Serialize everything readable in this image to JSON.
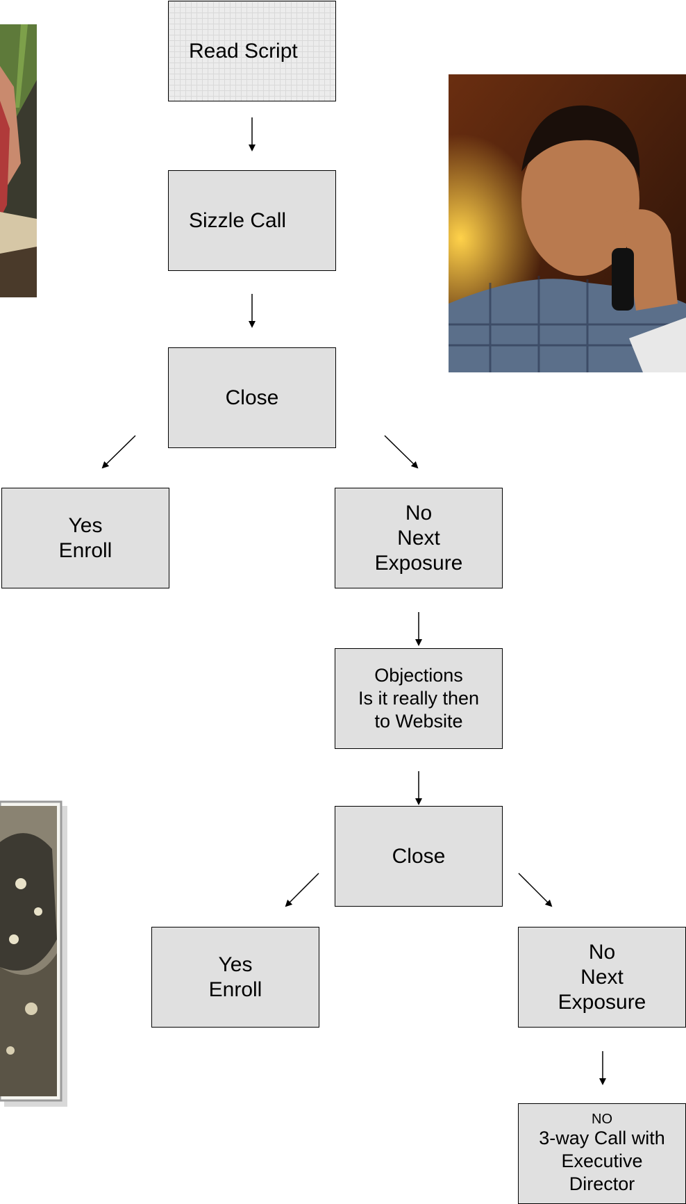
{
  "flow": {
    "read_script": "Read Script",
    "sizzle_call": "Sizzle Call",
    "close_1": "Close",
    "yes_1": {
      "line1": "Yes",
      "line2": "Enroll"
    },
    "no_1": {
      "line1": "No",
      "line2": "Next",
      "line3": "Exposure"
    },
    "objections": {
      "line1": "Objections",
      "line2": "Is it really then",
      "line3": "to Website"
    },
    "close_2": "Close",
    "yes_2": {
      "line1": "Yes",
      "line2": "Enroll"
    },
    "no_2": {
      "line1": "No",
      "line2": "Next",
      "line3": "Exposure"
    },
    "final": {
      "line1": "NO",
      "line2": "3-way Call with",
      "line3": "Executive",
      "line4": "Director"
    }
  },
  "images": {
    "top_left": "photo-person-at-desk",
    "top_right": "photo-man-on-phone",
    "bottom_left": "photo-framed-picture"
  },
  "colors": {
    "box_fill": "#e0e0e0",
    "box_border": "#000000"
  }
}
